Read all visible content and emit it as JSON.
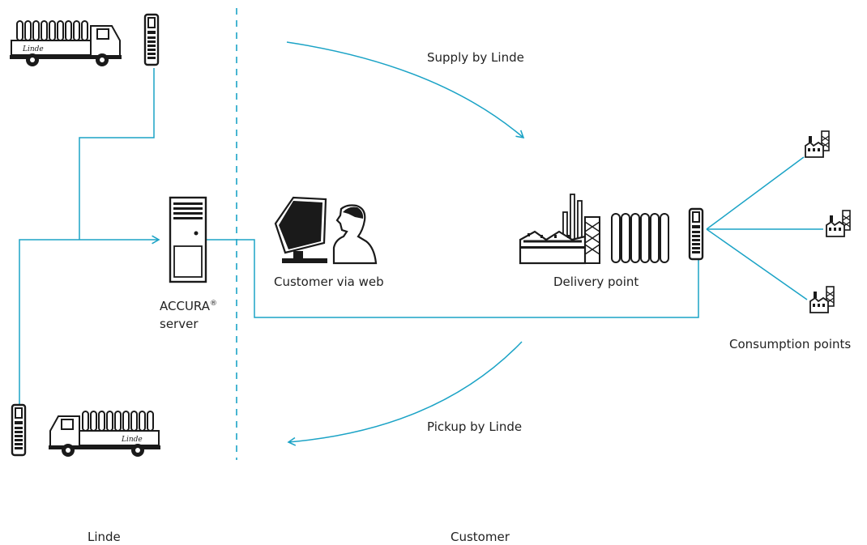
{
  "labels": {
    "supply": "Supply by Linde",
    "pickup": "Pickup by Linde",
    "customer_web": "Customer via web",
    "delivery_point": "Delivery point",
    "server_line1": "ACCURA",
    "server_reg": "®",
    "server_line2": "server",
    "consumption_points": "Consumption points",
    "zone_linde": "Linde",
    "zone_customer": "Customer",
    "truck_brand": "Linde"
  },
  "colors": {
    "line": "#1ba3c6",
    "ink": "#1a1a1a",
    "text": "#222222",
    "background": "#ffffff"
  },
  "icons": [
    "truck-icon",
    "handheld-scanner-icon",
    "server-icon",
    "computer-monitor-icon",
    "person-silhouette-icon",
    "factory-icon",
    "gas-cylinder-icon",
    "small-factory-icon"
  ]
}
